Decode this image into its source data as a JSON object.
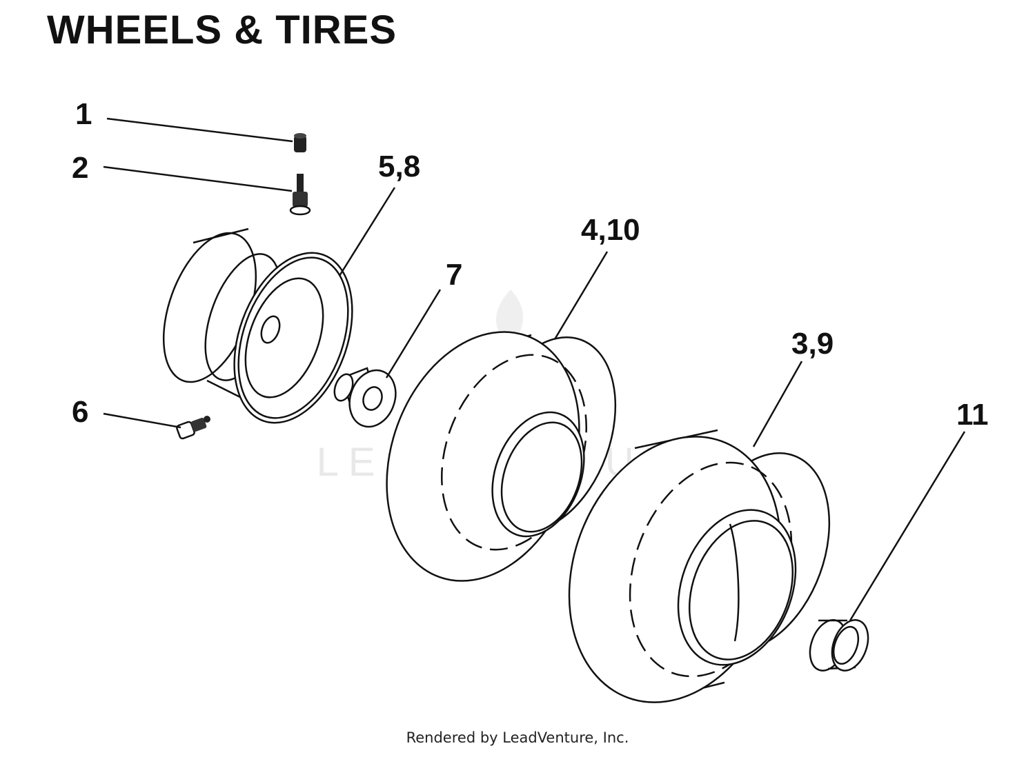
{
  "title": "WHEELS & TIRES",
  "footer": "Rendered by LeadVenture, Inc.",
  "watermark": "LEADVENTURE",
  "callouts": [
    {
      "id": "c1",
      "label": "1"
    },
    {
      "id": "c2",
      "label": "2"
    },
    {
      "id": "c58",
      "label": "5,8"
    },
    {
      "id": "c410",
      "label": "4,10"
    },
    {
      "id": "c7",
      "label": "7"
    },
    {
      "id": "c39",
      "label": "3,9"
    },
    {
      "id": "c6",
      "label": "6"
    },
    {
      "id": "c11",
      "label": "11"
    }
  ]
}
